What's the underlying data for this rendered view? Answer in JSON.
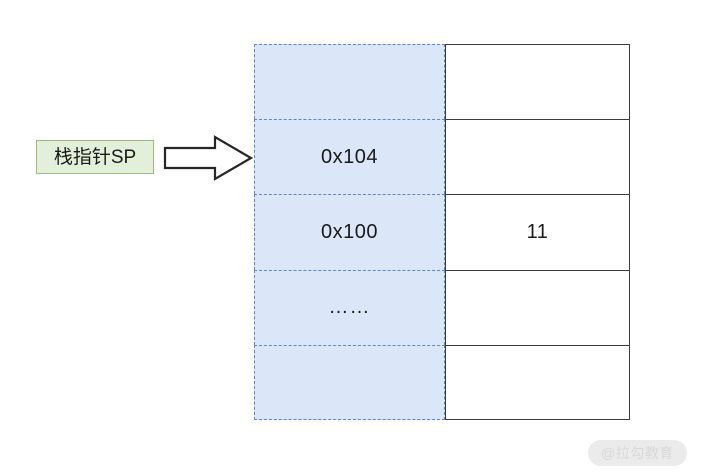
{
  "diagram": {
    "pointer": {
      "label": "栈指针SP",
      "label_fill": "#e2efda",
      "label_border": "#9bbb7a",
      "arrow_icon": "right-block-arrow-icon"
    },
    "memory": {
      "address_column_fill": "#dbe7f8",
      "address_column_border": "#5b87cd",
      "value_column_fill": "#ffffff",
      "value_column_border": "#3b3b3b",
      "rows": [
        {
          "address": "",
          "value": ""
        },
        {
          "address": "0x104",
          "value": ""
        },
        {
          "address": "0x100",
          "value": "11"
        },
        {
          "address": "……",
          "value": ""
        },
        {
          "address": "",
          "value": ""
        }
      ]
    },
    "watermark": {
      "text": "@拉勾教育"
    }
  }
}
